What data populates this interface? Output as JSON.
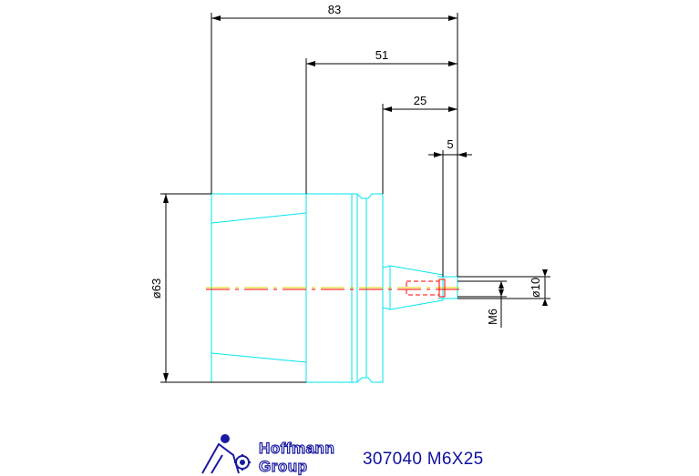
{
  "dimensions": {
    "overall_length": "83",
    "body_length": "51",
    "shank_length": "25",
    "tip_length": "5",
    "body_diameter": "ø63",
    "tip_diameter": "ø10",
    "thread": "M6"
  },
  "logo": {
    "text_line1": "Hoffmann",
    "text_line2": "Group"
  },
  "caption": "307040 M6X25",
  "colors": {
    "outline": "#00e5ee",
    "dimension": "#000000",
    "centerline_red": "#ff0000",
    "centerline_yellow": "#e0d000",
    "logo": "#1a1aa0"
  }
}
